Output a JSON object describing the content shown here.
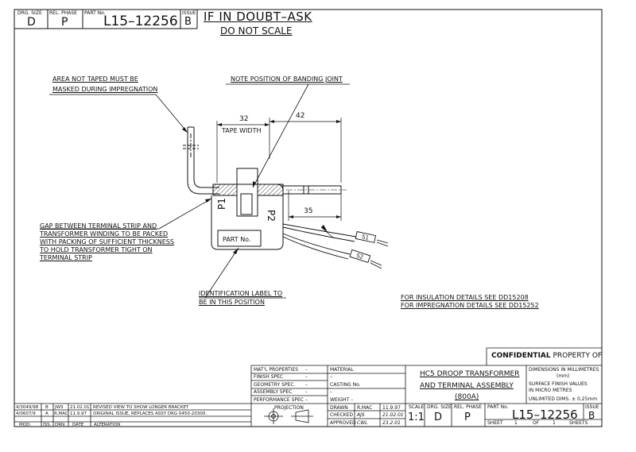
{
  "header": {
    "drg_size_label": "DRG. SIZE",
    "drg_size": "D",
    "rel_phase_label": "REL. PHASE",
    "rel_phase": "P",
    "part_no_label": "PART No.",
    "part_no": "L15–12256",
    "issue_label": "ISSUE",
    "issue": "B",
    "doubt_line1": "IF IN DOUBT–ASK",
    "doubt_line2": "DO NOT SCALE"
  },
  "notes": {
    "area_line1": "AREA NOT TAPED MUST BE",
    "area_line2": "MASKED DURING IMPREGNATION",
    "banding": "NOTE POSITION OF BANDING JOINT",
    "gap_lines": [
      "GAP BETWEEN TERMINAL STRIP AND",
      "TRANSFORMER WINDING TO BE PACKED",
      "WITH PACKING OF SUFFICIENT THICKNESS",
      "TO HOLD TRANSFORMER TIGHT ON",
      "TERMINAL STRIP"
    ],
    "ident_line1": "IDENTIFICATION LABEL TO",
    "ident_line2": "BE IN THIS POSITION",
    "insulation": "FOR INSULATION DETAILS SEE DD15208",
    "impregnation": "FOR IMPREGNATION DETAILS SEE DD15252"
  },
  "drawing_labels": {
    "dim_32": "32",
    "dim_42": "42",
    "dim_35": "35",
    "tape_width": "TAPE WIDTH",
    "p1": "P1",
    "p2": "P2",
    "part_no_box": "PART No.",
    "s1": "S1",
    "s2": "S2"
  },
  "confidential": {
    "strong": "CONFIDENTIAL",
    "rest": " PROPERTY OF"
  },
  "specs": [
    {
      "label": "MAT'L PROPERTIES",
      "value": "–"
    },
    {
      "label": "FINISH SPEC",
      "value": "–"
    },
    {
      "label": "GEOMETRY SPEC",
      "value": "–"
    },
    {
      "label": "ASSEMBLY SPEC",
      "value": "–"
    },
    {
      "label": "PERFORMANCE SPEC",
      "value": "–"
    }
  ],
  "material": {
    "label": "MATERIAL",
    "value": "–",
    "casting_label": "CASTING No.",
    "casting_value": "–",
    "weight_label": "WEIGHT –"
  },
  "projection_label": "PROJECTION",
  "approvals": [
    {
      "label": "DRAWN",
      "name": "R.MAC",
      "date": "11.9.97"
    },
    {
      "label": "CHECKED",
      "name": "AJS",
      "date": "21.02.01"
    },
    {
      "label": "APPROVED",
      "name": "CWL",
      "date": "23.2.01"
    }
  ],
  "title": {
    "line1": "HC5 DROOP TRANSFORMER",
    "line2": "AND TERMINAL ASSEMBLY",
    "line3": "(800A)"
  },
  "units": {
    "dims": "DIMENSIONS IN MILLIMETRES",
    "mm": "(mm)",
    "surface1": "SURFACE FINISH VALUES",
    "surface2": "IN MICRO METRES",
    "tol": "UNLIMITED DIMS. ± 0,25mm"
  },
  "bottom": {
    "scale_label": "SCALE",
    "scale": "1:1",
    "drg_size_label": "DRG. SIZE",
    "drg_size": "D",
    "rel_phase_label": "REL. PHASE",
    "rel_phase": "P",
    "part_no_label": "PART No.",
    "part_no": "L15–12256",
    "issue_label": "ISSUE",
    "issue": "B",
    "sheet_label": "SHEET",
    "sheet": "1",
    "of_label": "OF",
    "of": "1",
    "sheets_label": "SHEETS"
  },
  "revisions": [
    {
      "ref": "4/3049/98",
      "iss": "B",
      "drn": "JWS",
      "date": "21.02.01",
      "alteration": "REVISED VIEW TO SHOW LONGER BRACKET"
    },
    {
      "ref": "4/0607/9",
      "iss": "A",
      "drn": "R.MAC",
      "date": "11.9.97",
      "alteration": "ORIGINAL ISSUE, REPLACES ASSY DRG 0450-20300."
    }
  ],
  "revision_headers": {
    "mod": "MOD.",
    "iss": "ISS.",
    "drn": "DRN.",
    "date": "DATE",
    "alteration": "ALTERATION"
  }
}
